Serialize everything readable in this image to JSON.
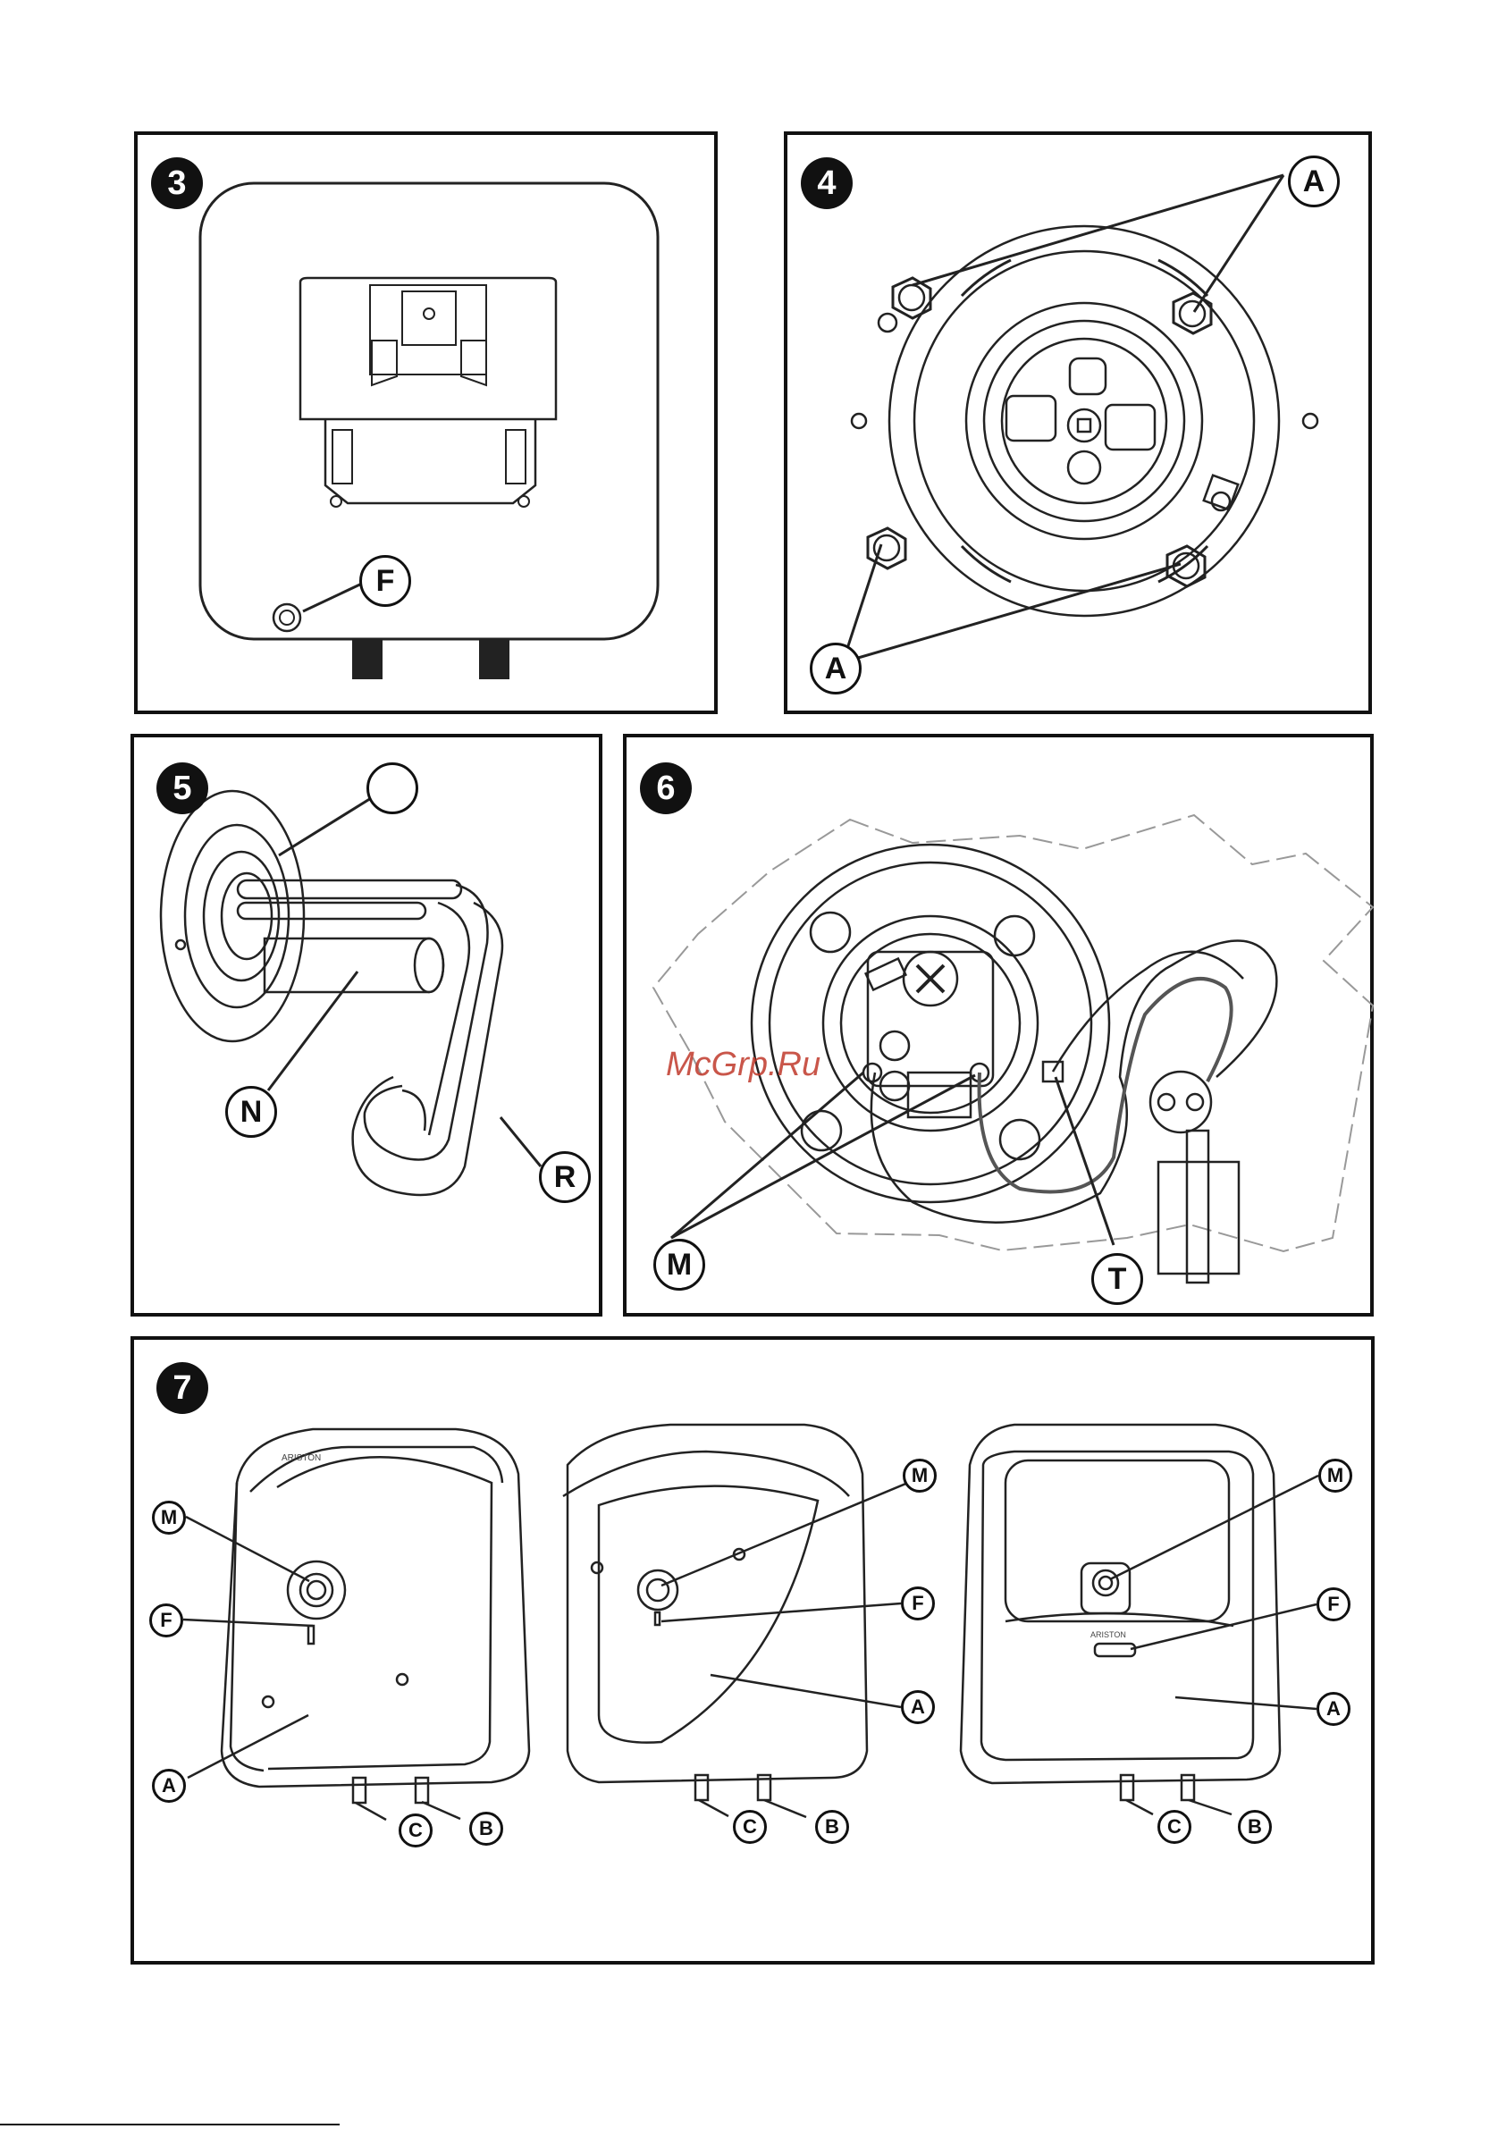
{
  "panels": {
    "p3": {
      "number": "3",
      "labels": {
        "f": "F"
      }
    },
    "p4": {
      "number": "4",
      "labels": {
        "a_top": "A",
        "a_bottom": "A"
      }
    },
    "p5": {
      "number": "5",
      "labels": {
        "blank": "",
        "n": "N",
        "r": "R"
      }
    },
    "p6": {
      "number": "6",
      "labels": {
        "m": "M",
        "t": "T"
      },
      "watermark": "McGrp.Ru"
    },
    "p7": {
      "number": "7",
      "heater1": {
        "m": "M",
        "f": "F",
        "a": "A",
        "c": "C",
        "b": "B"
      },
      "heater2": {
        "m": "M",
        "f": "F",
        "a": "A",
        "c": "C",
        "b": "B"
      },
      "heater3": {
        "m": "M",
        "f": "F",
        "a": "A",
        "c": "C",
        "b": "B"
      }
    }
  },
  "icons": [
    "mounting-bracket-icon",
    "flange-icon",
    "heating-element-icon",
    "wiring-icon",
    "water-heater-icon"
  ]
}
